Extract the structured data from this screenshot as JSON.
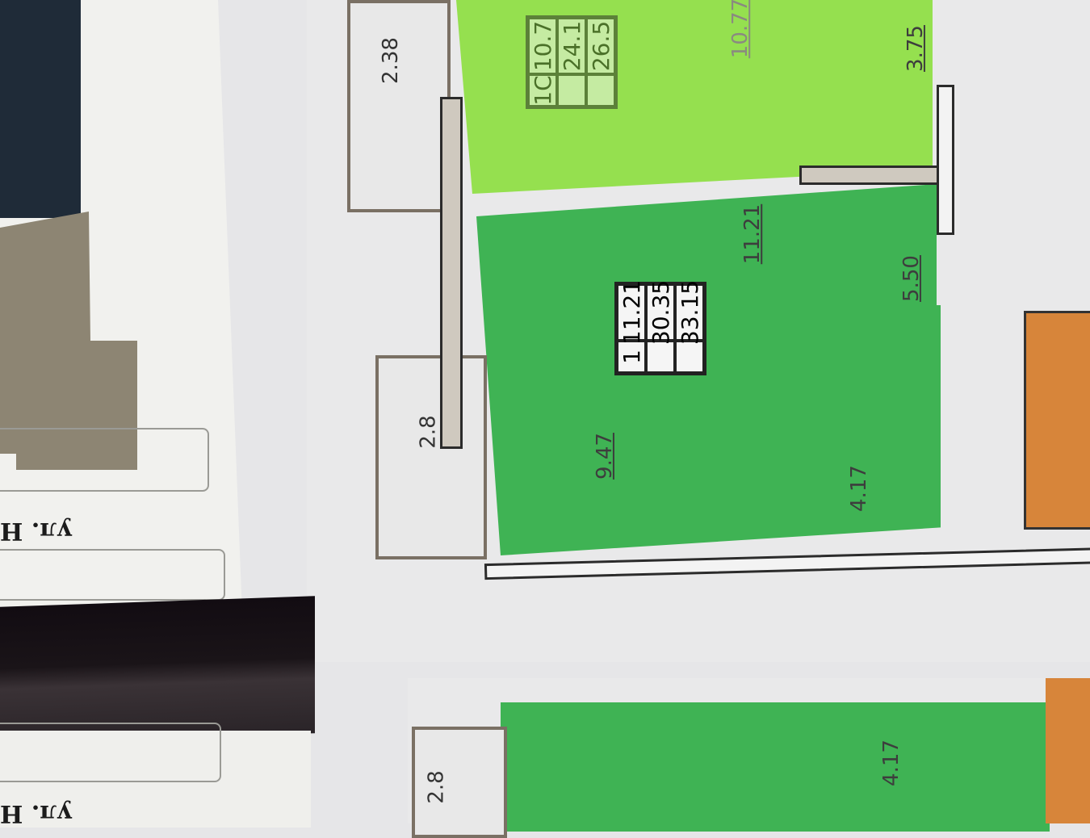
{
  "upper_plan": {
    "balcony_top": "2.38",
    "apartment_1c": {
      "table": {
        "rooms": "1С",
        "living": "10.7",
        "total_a": "24.1",
        "total_b": "26.5"
      },
      "room_area": "10.77",
      "kitchen_area": "3.75"
    },
    "apartment_1": {
      "table": {
        "rooms": "1",
        "living": "11.21",
        "total_a": "30.35",
        "total_b": "33.15"
      },
      "room_area": "11.21",
      "hall_area": "5.50",
      "kitchen_area": "9.47",
      "bath_area": "4.17"
    },
    "balcony_mid": "2.8"
  },
  "lower_plan": {
    "bath_area": "4.17",
    "balcony": "2.8"
  },
  "street_labels": [
    "ул. Н",
    "ул. Н"
  ],
  "colors": {
    "light_green": "#95e04f",
    "green": "#3fb354",
    "orange": "#d7853a",
    "navy": "#1f2b38"
  }
}
